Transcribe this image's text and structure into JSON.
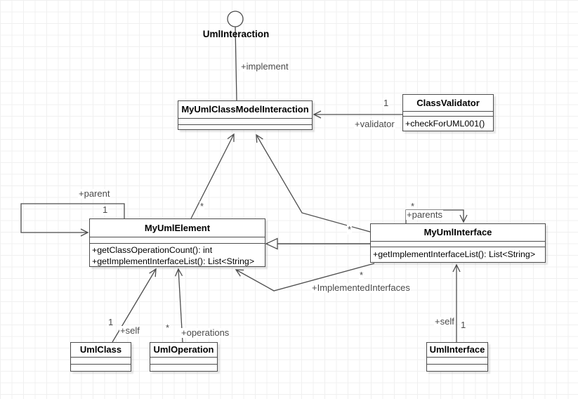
{
  "colors": {
    "stroke": "#4d4d4d",
    "edge_label": "#4a4a4a",
    "grid": "#f0f0f0",
    "background": "#ffffff"
  },
  "nodes": {
    "lollipop": {
      "label": "UmlInteraction"
    },
    "model_interaction": {
      "title": "MyUmlClassModelInteraction"
    },
    "class_validator": {
      "title": "ClassValidator",
      "methods": [
        "+checkForUML001()"
      ]
    },
    "my_uml_element": {
      "title": "MyUmlElement",
      "methods": [
        "+getClassOperationCount(): int",
        "+getImplementInterfaceList(): List<String>"
      ]
    },
    "my_uml_interface": {
      "title": "MyUmlInterface",
      "methods": [
        "+getImplementInterfaceList(): List<String>"
      ]
    },
    "uml_class": {
      "title": "UmlClass"
    },
    "uml_operation": {
      "title": "UmlOperation"
    },
    "uml_interface": {
      "title": "UmlInterface"
    }
  },
  "edge_labels": {
    "implement": "+implement",
    "validator_multiplicity": "1",
    "validator_role": "+validator",
    "parent_role": "+parent",
    "parent_multiplicity": "1",
    "element_model_multiplicity": "*",
    "interface_model_multiplicity": "*",
    "parents_multiplicity": "*",
    "parents_role": "+parents",
    "implemented_interfaces_role": "+ImplementedInterfaces",
    "implemented_interfaces_multiplicity": "*",
    "class_self_multiplicity": "1",
    "class_self_role": "+self",
    "operations_multiplicity": "*",
    "operations_role": "+operations",
    "interface_self_role": "+self",
    "interface_self_multiplicity": "1"
  }
}
